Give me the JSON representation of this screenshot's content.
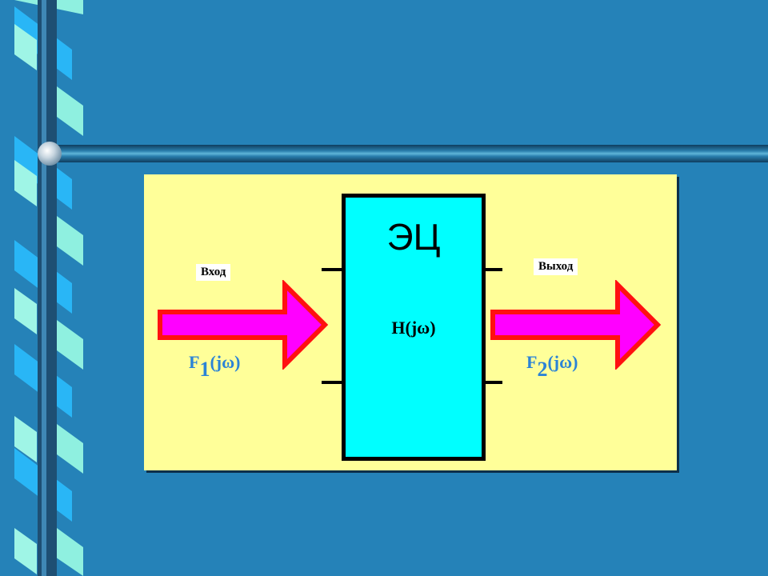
{
  "diagram": {
    "block_title": "ЭЦ",
    "transfer_function": "H(jω)",
    "input_label": "Вход",
    "output_label": "Выход",
    "input_signal": {
      "base": "F",
      "index": "1",
      "arg": "(jω)"
    },
    "output_signal": {
      "base": "F",
      "index": "2",
      "arg": "(jω)"
    }
  },
  "colors": {
    "background": "#2582b8",
    "panel": "#ffff99",
    "block": "#00ffff",
    "arrow_fill": "#ff00ff",
    "arrow_outline": "#ff0000",
    "signal_text": "#2b83d6"
  }
}
